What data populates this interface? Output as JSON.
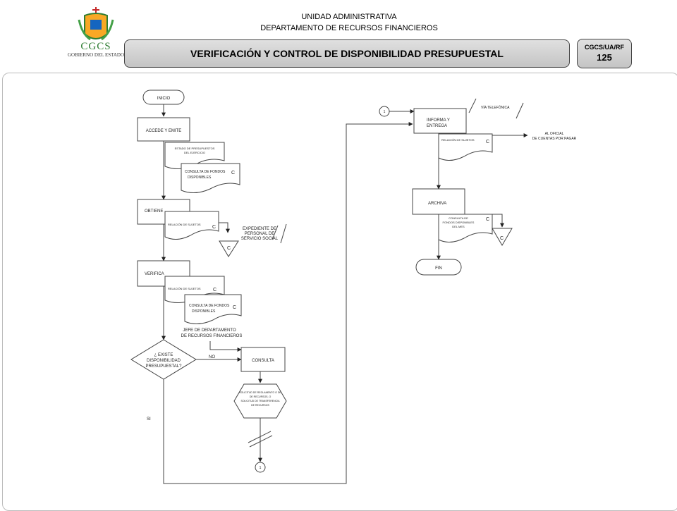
{
  "header": {
    "line1": "UNIDAD ADMINISTRATIVA",
    "line2": "DEPARTAMENTO DE RECURSOS FINANCIEROS",
    "logo_name": "CGCS",
    "logo_sub": "GOBIERNO DEL ESTADO",
    "title": "VERIFICACIÓN Y CONTROL DE  DISPONIBILIDAD PRESUPUESTAL",
    "code": "CGCS/UA/RF",
    "page_number": "125"
  },
  "flow": {
    "inicio": "INICIO",
    "accede": "ACCEDE  Y  EMITE",
    "doc_estado_l1": "ESTADO DE PRESUPUESTOS",
    "doc_estado_l2": "DEL EJERCICIO",
    "doc_consulta_l1": "CONSULTA  DE FONDOS",
    "doc_consulta_l2": "DISPONIBLES",
    "copy_mark": "C",
    "obtiene": "OBTIENE",
    "doc_relacion": "RELACIÓN  DE SUJETOS",
    "expediente_l1": "EXPEDIENTE DE",
    "expediente_l2": "PERSONAL DE",
    "expediente_l3": "SERVICIO SOCIAL",
    "verifica": "VERIFICA",
    "jefe_l1": "JEFE DE DEPARTAMENTO",
    "jefe_l2": "DE RECURSOS FINANCIEROS",
    "decision_l1": "¿ EXISTE",
    "decision_l2": "DISPONIBILIDAD",
    "decision_l3": "PRESUPUESTAL?",
    "no_label": "NO",
    "si_label": "SI",
    "consulta": "CONSULTA",
    "hex_l1": "SOLICITUD DE REGLAMENTO O DE",
    "hex_l2": "DE RECURSOS, O",
    "hex_l3": "SOLICITUD DE TRANSFERENCIA",
    "hex_l4": "DE RECURSOS",
    "connector": "1",
    "via_telefonica": "VÍA TELEFÓNICA",
    "informa_l1": "INFORMA  Y",
    "informa_l2": "ENTREGA",
    "oficina_l1": "AL OFICIAL",
    "oficina_l2": "DE CUENTAS  POR PAGAR",
    "archiva": "ARCHIVA",
    "doc_consulta_mes_l1": "CONSULTA  DE",
    "doc_consulta_mes_l2": "FONDOS DISPONIBLES",
    "doc_consulta_mes_l3": "DEL MES",
    "fin": "FIN"
  }
}
